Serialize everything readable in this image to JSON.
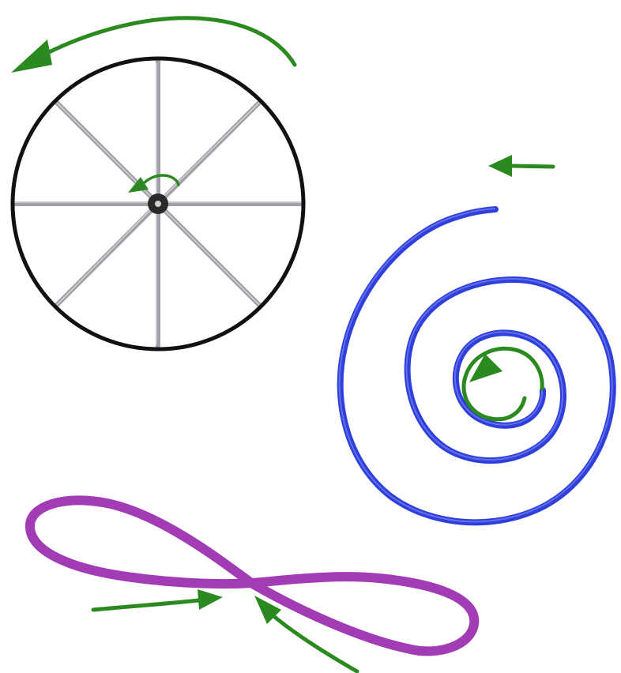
{
  "figures": {
    "wheel": {
      "spokes": 8,
      "rim_color": "#111111",
      "spoke_color": "#9a9aa0",
      "hub_color": "#2a2a2a",
      "arrow_color": "#2b8a1f",
      "arrows": [
        "rotation-arrow-outer",
        "rotation-arrow-hub"
      ]
    },
    "spiral": {
      "curve_color": "#2f3fdb",
      "arrow_color": "#2b8a1f",
      "arrows": [
        "spiral-entry-arrow",
        "spiral-inner-arrow"
      ]
    },
    "figure_eight": {
      "curve_color": "#a23cb4",
      "arrow_color": "#2b8a1f",
      "arrows": [
        "crossing-arrow-left",
        "crossing-arrow-lower"
      ]
    }
  }
}
